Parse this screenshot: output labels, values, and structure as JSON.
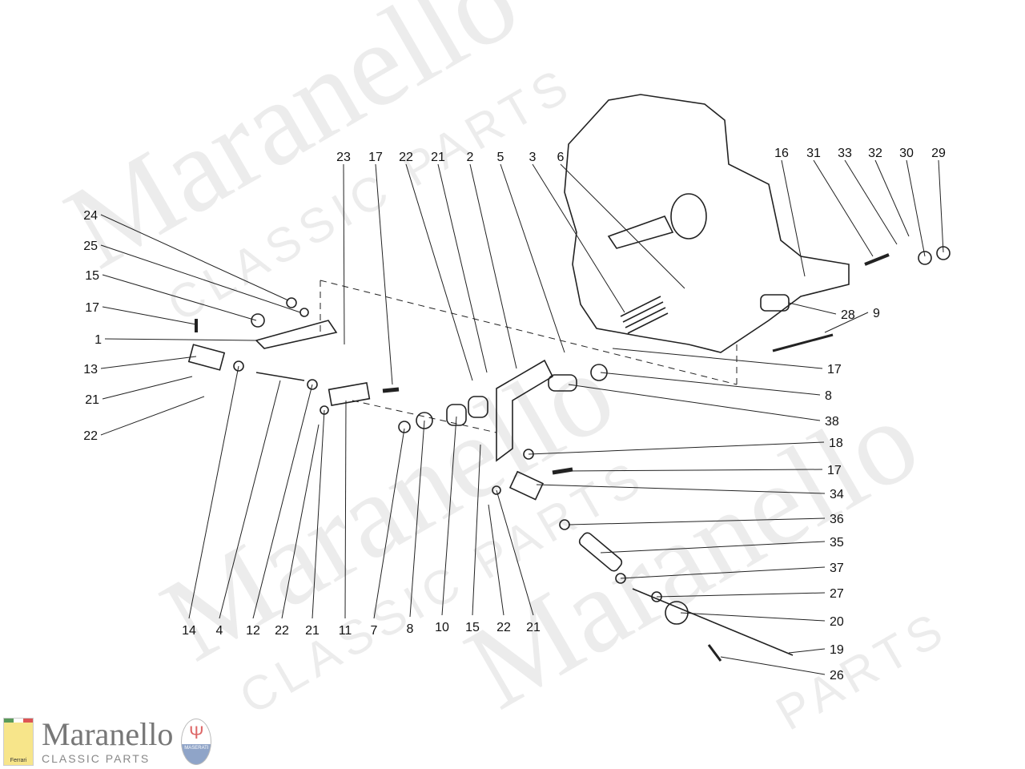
{
  "watermark": {
    "word": "Maranello",
    "sub": "CLASSIC PARTS",
    "sub2": "PARTS"
  },
  "logo": {
    "name": "Maranello",
    "subtitle": "CLASSIC PARTS",
    "ferrari_text": "Ferrari",
    "maserati_text": "MASERATI"
  },
  "callouts": [
    "23",
    "17",
    "22",
    "21",
    "2",
    "5",
    "3",
    "6",
    "16",
    "31",
    "33",
    "32",
    "30",
    "29",
    "24",
    "25",
    "15",
    "17",
    "1",
    "13",
    "21",
    "22",
    "28",
    "9",
    "17",
    "8",
    "38",
    "18",
    "17",
    "34",
    "36",
    "35",
    "37",
    "27",
    "20",
    "19",
    "26",
    "14",
    "4",
    "12",
    "22",
    "21",
    "11",
    "7",
    "8",
    "10",
    "15",
    "22",
    "21"
  ]
}
